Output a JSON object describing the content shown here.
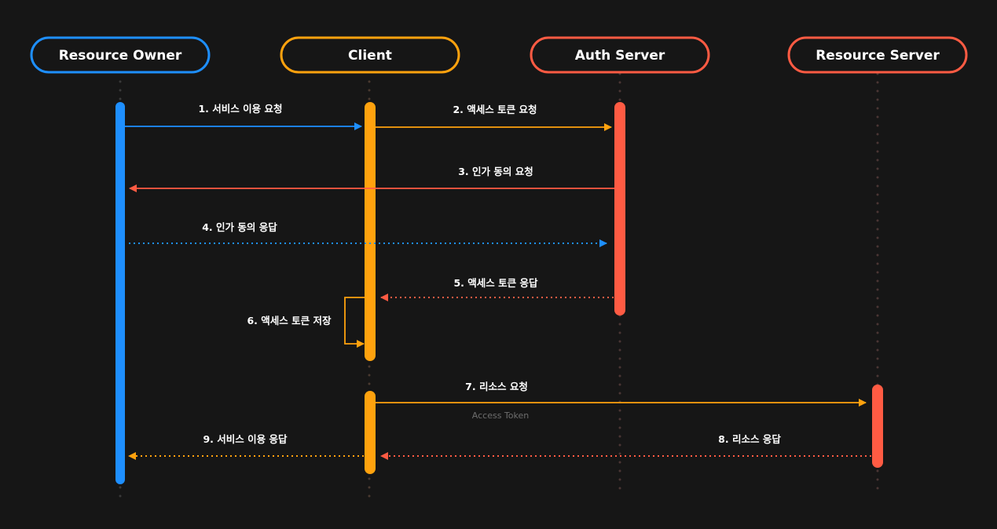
{
  "diagram": {
    "colors": {
      "background": "#161616",
      "resource_owner": "#1e8fff",
      "client": "#ffa20e",
      "auth_server": "#ff5b43",
      "resource_server": "#ff5b43",
      "lifeline_dots": "#4a3a36",
      "note_text": "#6e6e6e"
    },
    "actors": {
      "resource_owner": "Resource Owner",
      "client": "Client",
      "auth_server": "Auth Server",
      "resource_server": "Resource Server"
    },
    "messages": {
      "m1": "1. 서비스 이용 요청",
      "m2": "2. 액세스 토큰 요청",
      "m3": "3. 인가 동의 요청",
      "m4": "4. 인가 동의 응답",
      "m5": "5. 액세스 토큰 응답",
      "m6": "6. 액세스 토큰 저장",
      "m7": "7. 리소스 요청",
      "m7_note": "Access Token",
      "m8": "8. 리소스 응답",
      "m9": "9. 서비스 이용 응답"
    }
  }
}
